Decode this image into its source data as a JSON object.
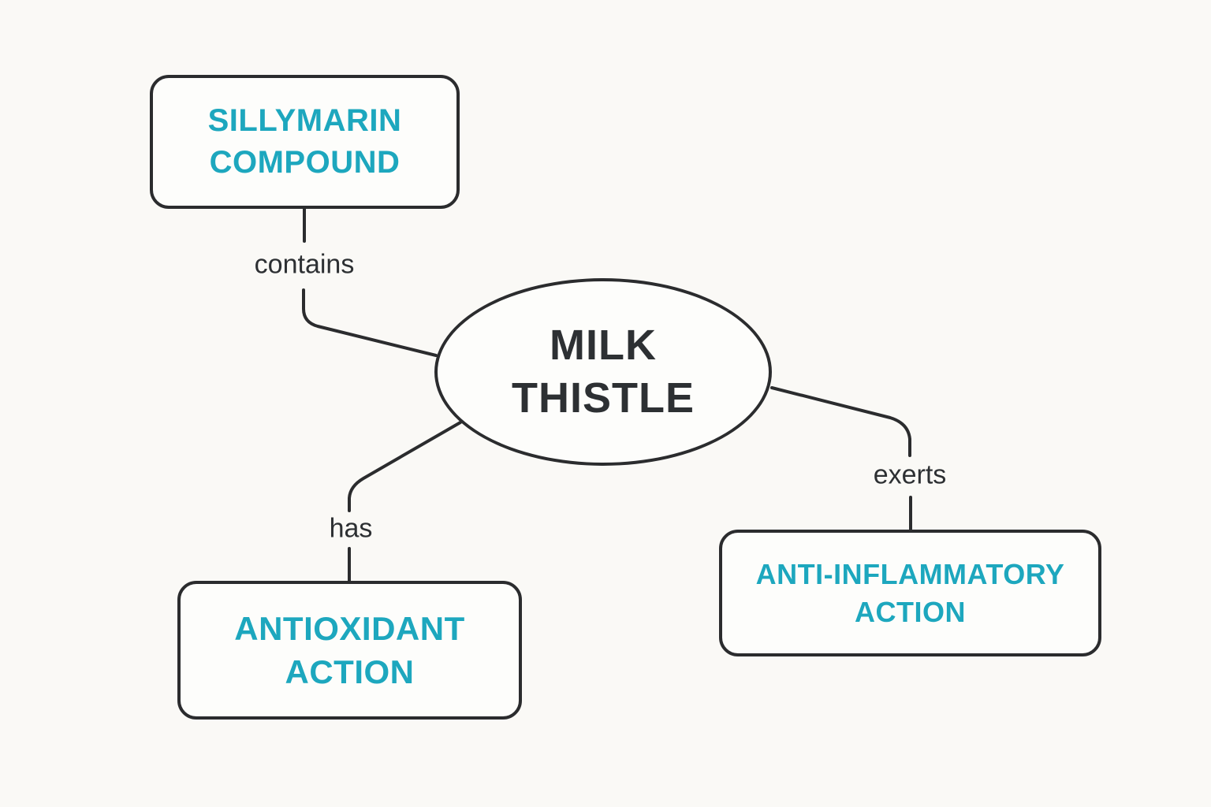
{
  "colors": {
    "background": "#faf9f6",
    "node_fill": "#fdfdfb",
    "line": "#2b2c2e",
    "accent_text": "#1da7be",
    "dark_text": "#2d3033"
  },
  "diagram": {
    "center_node": {
      "id": "milk-thistle",
      "label": "MILK THISTLE"
    },
    "nodes": [
      {
        "id": "silymarin-compound",
        "label": "SILLYMARIN COMPOUND"
      },
      {
        "id": "antioxidant-action",
        "label": "ANTIOXIDANT ACTION"
      },
      {
        "id": "anti-inflammatory-action",
        "label": "ANTI-INFLAMMATORY ACTION"
      }
    ],
    "edges": [
      {
        "from": "milk-thistle",
        "to": "silymarin-compound",
        "label": "contains"
      },
      {
        "from": "milk-thistle",
        "to": "antioxidant-action",
        "label": "has"
      },
      {
        "from": "milk-thistle",
        "to": "anti-inflammatory-action",
        "label": "exerts"
      }
    ]
  }
}
